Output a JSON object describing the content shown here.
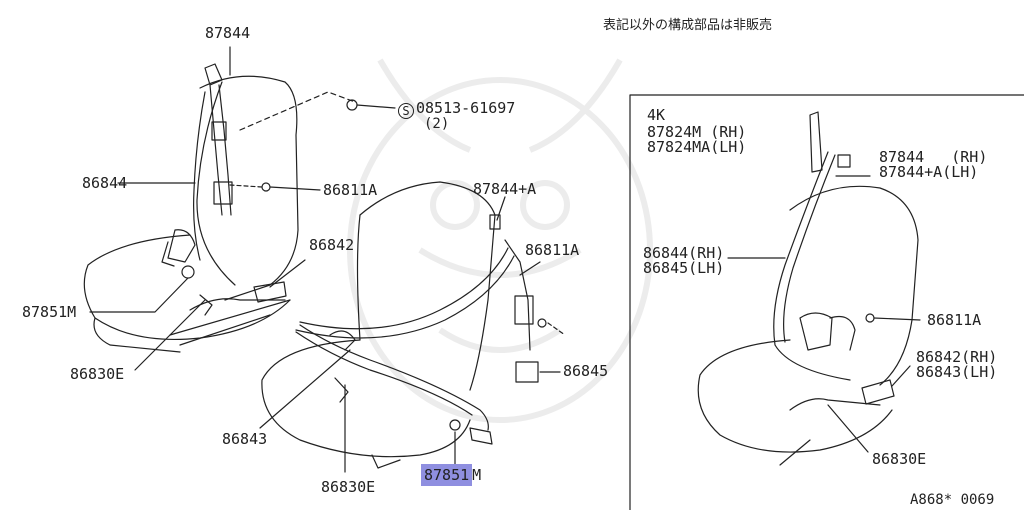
{
  "note": "表記以外の構成部品は非販売",
  "left_labels": {
    "p87844": "87844",
    "screw_part": "08513-61697",
    "screw_qty": "(2)",
    "screw_mark": "S",
    "p86844": "86844",
    "p86811A_left": "86811A",
    "p86842": "86842",
    "p87851M_left": "87851M",
    "p86830E_left": "86830E",
    "p87844A": "87844+A",
    "p86811A_mid": "86811A",
    "p86845": "86845",
    "p86843": "86843",
    "p86830E_mid": "86830E",
    "p87851_selected": "87851",
    "p87851_suffix": "M"
  },
  "inset": {
    "variant": "4K",
    "p87824": "87824M (RH)\n87824MA(LH)",
    "p87844": "87844   (RH)\n87844+A(LH)",
    "p86844": "86844(RH)\n86845(LH)",
    "p86811A": "86811A",
    "p86842": "86842(RH)\n86843(LH)",
    "p86830E": "86830E"
  },
  "footer_code": "A868* 0069",
  "colors": {
    "ink": "#222222",
    "highlight": "#8f8fe0",
    "watermark": "#ececec"
  }
}
